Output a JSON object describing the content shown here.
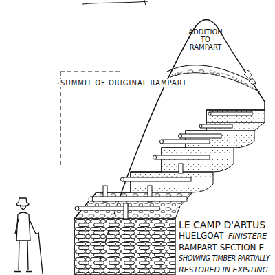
{
  "diagram": {
    "labels": [
      "ADDITION TO RAMPART",
      "SUMMIT OF ORIGINAL RAMPART",
      "LE CAMP D'ARTUS",
      "HUELGOAT",
      "FINISTÈRE",
      "RAMPART SECTION E",
      "SHOWING TIMBER PARTIALLY",
      "RESTORED IN EXISTING"
    ]
  }
}
